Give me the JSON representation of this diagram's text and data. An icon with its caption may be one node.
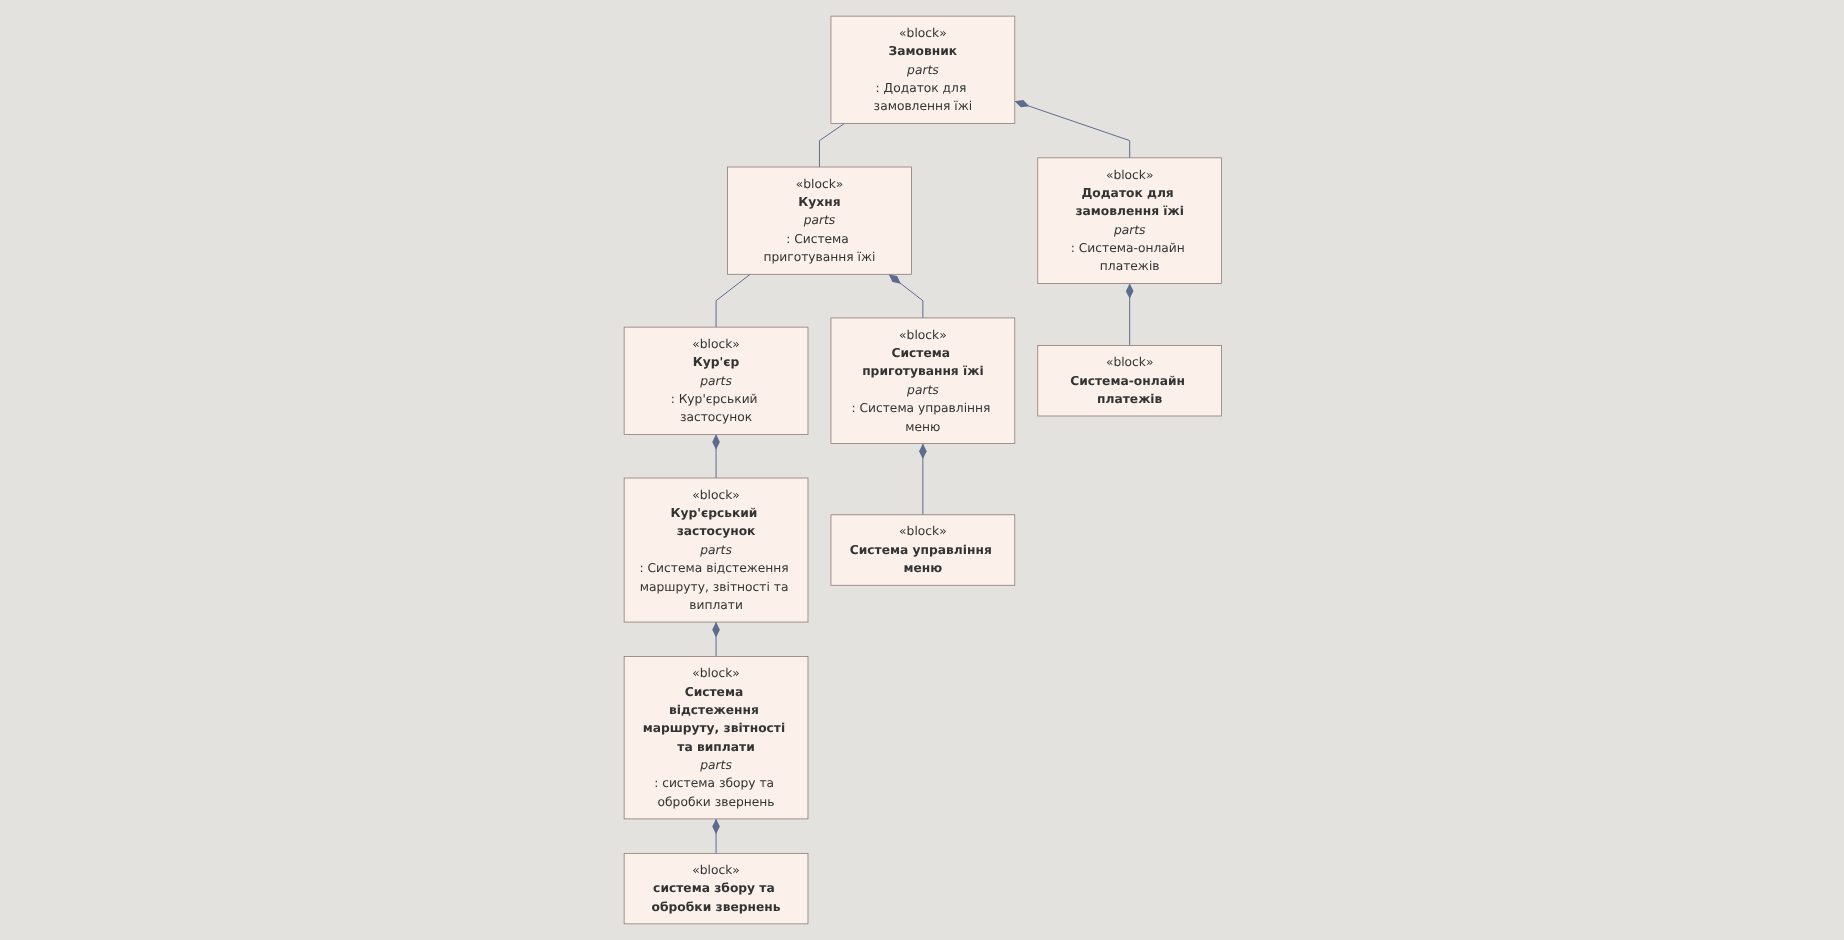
{
  "diagram": {
    "nodes": [
      {
        "text": [
          "«block»",
          "Замовник",
          "parts",
          ": Додаток для замовлення їжі"
        ]
      },
      {
        "text": [
          "«block»",
          "Кухня",
          "parts",
          ": Система приготування їжі"
        ]
      },
      {
        "text": [
          "«block»",
          "Кур'єр",
          "parts",
          ": Кур'єрський застосунок"
        ]
      },
      {
        "text": [
          "«block»",
          "Додаток для замовлення їжі",
          "parts",
          ": Система-онлайн платежів"
        ]
      },
      {
        "text": [
          "«block»",
          "Система приготування їжі",
          "parts",
          ": Система управління меню"
        ]
      },
      {
        "text": [
          "«block»",
          "Кур'єрський застосунок",
          "parts",
          ": Система відстеження маршруту, звітності та виплати"
        ]
      },
      {
        "text": [
          "«block»",
          "Система-онлайн платежів"
        ]
      },
      {
        "text": [
          "«block»",
          "Система управління меню"
        ]
      },
      {
        "text": [
          "«block»",
          "Система відстеження маршруту, звітності та виплати",
          "parts",
          ": система збору та обробки звернень"
        ]
      },
      {
        "text": [
          "«block»",
          "система збору та обробки звернень"
        ]
      }
    ],
    "edges": [
      {
        "from": 0,
        "to": 1,
        "arrow": "none"
      },
      {
        "from": 1,
        "to": 2,
        "arrow": "none"
      },
      {
        "from": 0,
        "to": 3,
        "arrow": "other"
      },
      {
        "from": 1,
        "to": 4,
        "arrow": "other"
      },
      {
        "from": 2,
        "to": 5,
        "arrow": "other"
      },
      {
        "from": 3,
        "to": 6,
        "arrow": "other"
      },
      {
        "from": 4,
        "to": 7,
        "arrow": "other"
      },
      {
        "from": 5,
        "to": 8,
        "arrow": "other"
      },
      {
        "from": 8,
        "to": 9,
        "arrow": "other"
      }
    ]
  }
}
